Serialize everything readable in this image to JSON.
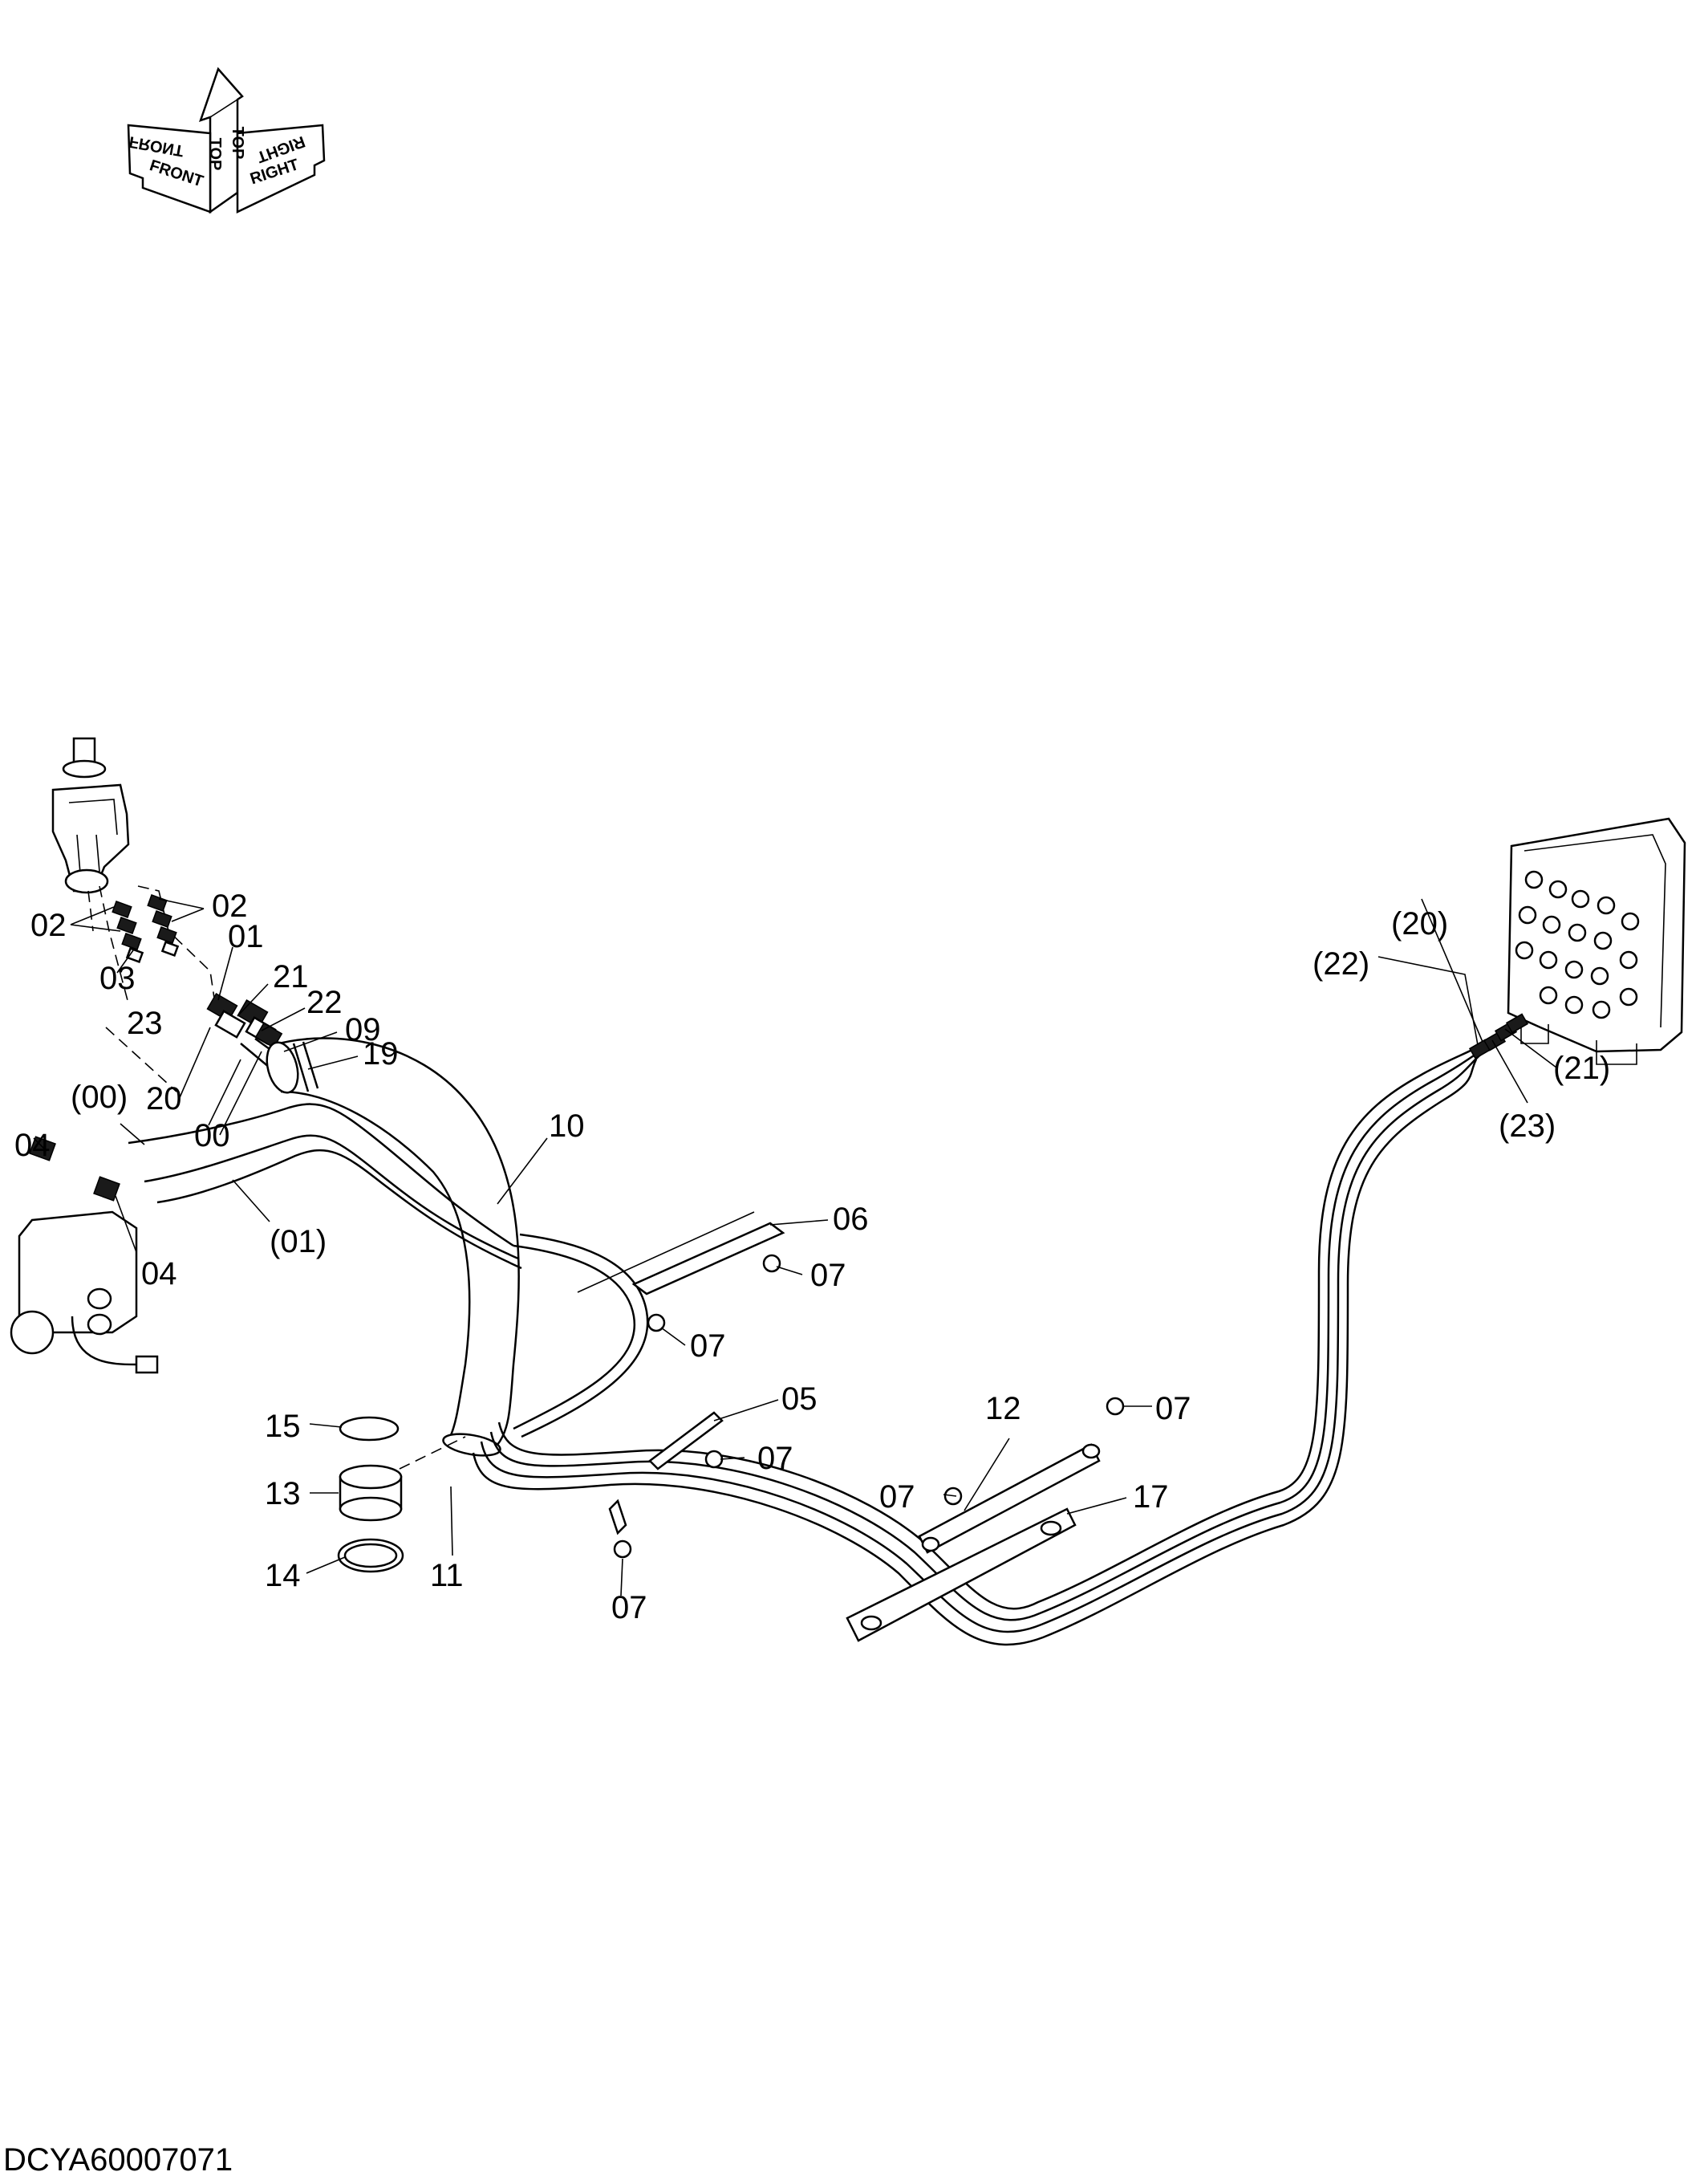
{
  "orientation": {
    "labels": [
      "FRONT",
      "FRONT",
      "TOP",
      "TOP",
      "RIGHT",
      "RIGHT"
    ]
  },
  "labels": {
    "l02a": "02",
    "l02b": "02",
    "l03": "03",
    "l01": "01",
    "l21": "21",
    "l22": "22",
    "l23": "23",
    "l09": "09",
    "l19": "19",
    "l20": "20",
    "l00": "00",
    "l00p": "(00)",
    "l04a": "04",
    "l04b": "04",
    "l01p": "(01)",
    "l10": "10",
    "l06": "06",
    "l07a": "07",
    "l07b": "07",
    "l05": "05",
    "l07c": "07",
    "l07d": "07",
    "l12": "12",
    "l07e": "07",
    "l07f": "07",
    "l17": "17",
    "l15": "15",
    "l13": "13",
    "l11": "11",
    "l14": "14",
    "l20p": "(20)",
    "l22p": "(22)",
    "l21p": "(21)",
    "l23p": "(23)"
  },
  "footer": {
    "code": "DCYA60007071"
  }
}
